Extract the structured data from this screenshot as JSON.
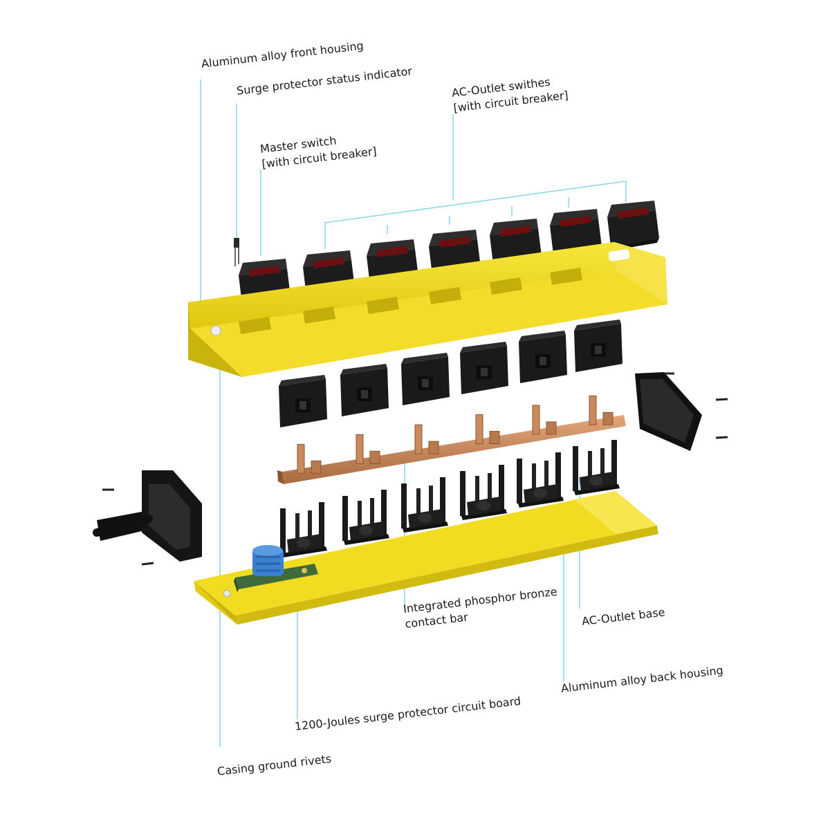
{
  "labels": {
    "front_housing": "Aluminum alloy front housing",
    "status_indicator": "Surge protector status indicator",
    "ac_switches_line1": "AC-Outlet swithes",
    "ac_switches_line2": "[with circuit breaker]",
    "master_switch_line1": "Master switch",
    "master_switch_line2": "[with circuit breaker]",
    "contact_bar_line1": "Integrated phosphor bronze",
    "contact_bar_line2": "contact bar",
    "outlet_base": "AC-Outlet base",
    "back_housing": "Aluminum alloy back housing",
    "circuit_board": "1200-Joules surge protector circuit board",
    "ground_rivets": "Casing ground rivets"
  },
  "colors": {
    "housing_yellow": "#f2dc1c",
    "housing_shadow": "#c9b40e",
    "leader_line": "#8fd8ea",
    "part_black": "#1c1c1c",
    "bronze": "#c98a5c",
    "capacitor_blue": "#3a7fd0",
    "pcb_green": "#3f6a3a"
  },
  "counts": {
    "switches": 7,
    "outlets": 6,
    "outlet_bases": 6
  }
}
